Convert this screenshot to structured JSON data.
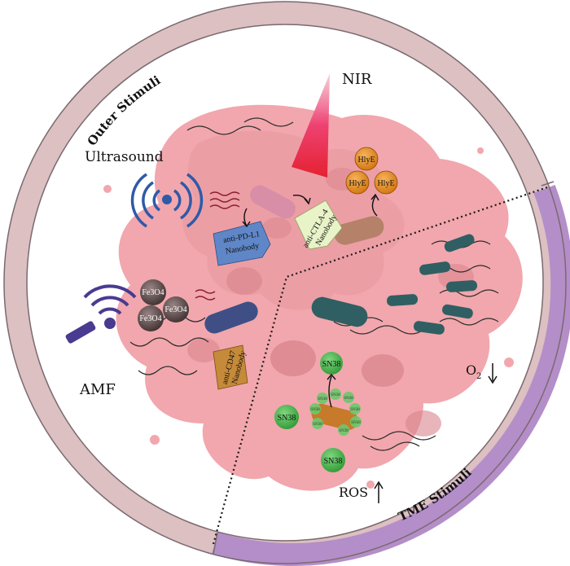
{
  "ring": {
    "outer_label": "Outer Stimuli",
    "tme_label": "TME Stimuli",
    "outer_color": "#dcc0c2",
    "tme_color": "#b48ec8",
    "stroke_color": "#7a6a70"
  },
  "stimuli": {
    "nir": "NIR",
    "ultrasound": "Ultrasound",
    "amf": "AMF",
    "o2": "O",
    "o2_sub": "2",
    "ros": "ROS"
  },
  "nanobodies": {
    "pdl1_line1": "anti-PD-L1",
    "pdl1_line2": "Nanobody",
    "ctla4_line1": "anti-CTLA-4",
    "ctla4_line2": "Nanobody",
    "cd47_line1": "anti-CD47",
    "cd47_line2": "Nanobody"
  },
  "particles": {
    "hlye": [
      "HlyE",
      "HlyE",
      "HlyE"
    ],
    "fe3o4": [
      "Fe3O4",
      "Fe3O4",
      "Fe3O4"
    ],
    "sn38_big": [
      "SN38",
      "SN38",
      "SN38"
    ],
    "sn38_small": [
      "SN38",
      "SN38",
      "SN38",
      "SN38",
      "SN38",
      "SN38",
      "SN38",
      "SN38"
    ]
  },
  "colors": {
    "tumor": "#f1a7ad",
    "tumor_dark": "#d9838c",
    "bacteria_blue": "#3f4f86",
    "bacteria_teal": "#2f5f63",
    "bacteria_orange": "#c67a2a",
    "pdl1_tag": "#5f86c7",
    "ctla4_tag": "#e8f3c8",
    "cd47_tag": "#c58a3a",
    "hlye": "#e38a1e",
    "sn38": "#4bb84f",
    "fe": "#5a4a4a",
    "nir_beam": "#e8234a"
  }
}
